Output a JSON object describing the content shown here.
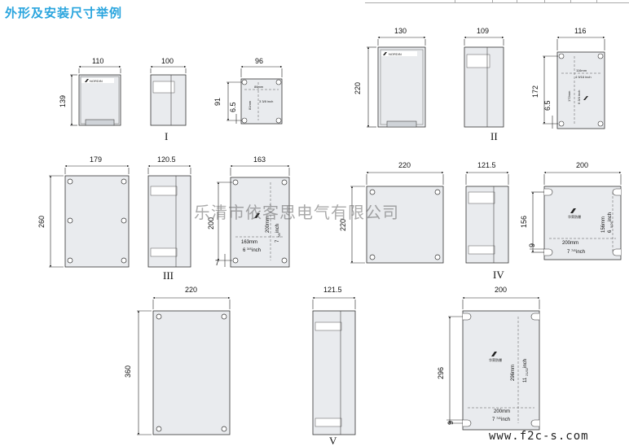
{
  "header": {
    "title": "外形及安装尺寸举例"
  },
  "watermark": {
    "text": "乐清市依客思电气有限公司",
    "url": "www.f2c-s.com"
  },
  "logo": {
    "brand": "NORDIN",
    "cn": "华荣防爆"
  },
  "groups": [
    {
      "label": "I",
      "front": {
        "w": "110",
        "h": "139"
      },
      "side": {
        "w": "100"
      },
      "back": {
        "w": "96",
        "h": "91",
        "hole": "6.5",
        "hole_w": "86mm",
        "hole_w_in": "3 3/8 inch",
        "hole_h": "81mm",
        "hole_h_in": "3 3/16 inch"
      }
    },
    {
      "label": "II",
      "front": {
        "w": "130",
        "h": "220"
      },
      "side": {
        "w": "109"
      },
      "back": {
        "w": "116",
        "h": "172",
        "hole": "6.5",
        "hole_w": "116mm",
        "hole_w_in": "4 9/16 inch",
        "hole_h": "172mm",
        "hole_h_in": "6 3/4 inch"
      }
    },
    {
      "label": "III",
      "front": {
        "w": "179",
        "h": "260"
      },
      "side": {
        "w": "120.5"
      },
      "back": {
        "w": "163",
        "h": "200",
        "hole": "7",
        "hole_w": "163mm",
        "hole_w_in_whole": "6",
        "hole_w_in_frac": "3/8",
        "hole_w_in_unit": "inch",
        "hole_h": "200mm",
        "hole_h_in_whole": "7",
        "hole_h_in_frac": "7/8",
        "hole_h_in_unit": "inch"
      }
    },
    {
      "label": "IV",
      "front": {
        "w": "220",
        "h": "220"
      },
      "side": {
        "w": "121.5"
      },
      "back": {
        "w": "200",
        "h": "156",
        "hole": "9",
        "hole_w": "200mm",
        "hole_w_in_whole": "7",
        "hole_w_in_frac": "7/8",
        "hole_w_in_unit": "inch",
        "hole_h": "156mm",
        "hole_h_in_whole": "6",
        "hole_h_in_frac": "5/26",
        "hole_h_in_unit": "inch"
      }
    },
    {
      "label": "V",
      "front": {
        "w": "220",
        "h": "360"
      },
      "side": {
        "w": "121.5"
      },
      "back": {
        "w": "200",
        "h": "296",
        "hole": "9",
        "hole_w": "200mm",
        "hole_w_in_whole": "7",
        "hole_w_in_frac": "7/8",
        "hole_w_in_unit": "inch",
        "hole_h": "296mm",
        "hole_h_in_whole": "11",
        "hole_h_in_frac": "21/32",
        "hole_h_in_unit": "inch"
      }
    }
  ]
}
